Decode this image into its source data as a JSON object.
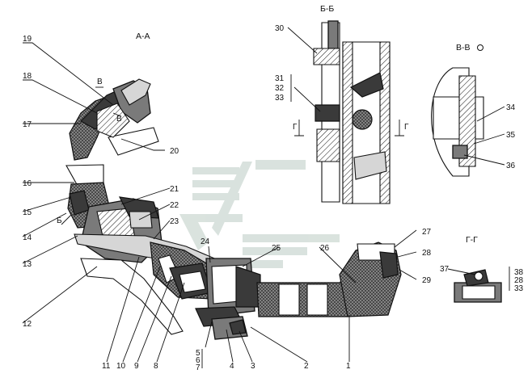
{
  "views": {
    "aa": "А-А",
    "bb": "Б-Б",
    "vv": "В-В",
    "gg": "Г-Г"
  },
  "markers": {
    "b_arrow": "Б",
    "v_top": "В",
    "v_mid": "В",
    "g_left": "Г",
    "g_right": "Г"
  },
  "callouts": {
    "c1": "1",
    "c2": "2",
    "c3": "3",
    "c4": "4",
    "c5": "5",
    "c6": "6",
    "c7": "7",
    "c8": "8",
    "c9": "9",
    "c10": "10",
    "c11": "11",
    "c12": "12",
    "c13": "13",
    "c14": "14",
    "c15": "15",
    "c16": "16",
    "c17": "17",
    "c18": "18",
    "c19": "19",
    "c20": "20",
    "c21": "21",
    "c22": "22",
    "c23": "23",
    "c24": "24",
    "c25": "25",
    "c26": "26",
    "c27": "27",
    "c28": "28",
    "c29": "29",
    "c30": "30",
    "c31": "31",
    "c32": "32",
    "c33": "33",
    "c34": "34",
    "c35": "35",
    "c36": "36",
    "c37": "37",
    "c38": "38",
    "c28b": "28",
    "c33b": "33"
  }
}
